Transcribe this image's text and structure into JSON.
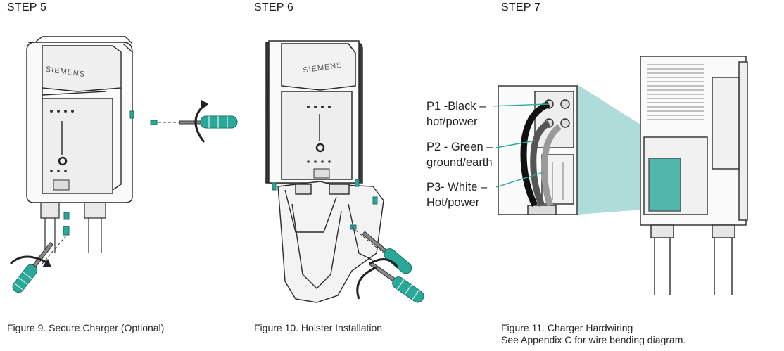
{
  "steps": [
    {
      "title": "STEP 5",
      "caption": "Figure 9. Secure Charger (Optional)",
      "brand": "SIEMENS"
    },
    {
      "title": "STEP 6",
      "caption": "Figure 10. Holster Installation",
      "brand": "SIEMENS"
    },
    {
      "title": "STEP 7",
      "caption": "Figure 11. Charger Hardwiring",
      "caption_note": "See Appendix C for wire bending diagram."
    }
  ],
  "wires": [
    {
      "line1": "P1 -Black –",
      "line2": "hot/power"
    },
    {
      "line1": "P2 - Green –",
      "line2": "ground/earth"
    },
    {
      "line1": "P3- White –",
      "line2": "Hot/power"
    }
  ],
  "colors": {
    "accent_teal": "#2aa89a",
    "highlight_teal": "#9fd6d2",
    "line": "#2b2b2b"
  },
  "icons": [
    "screwdriver-icon",
    "rotation-arrow-icon",
    "screw-icon"
  ]
}
